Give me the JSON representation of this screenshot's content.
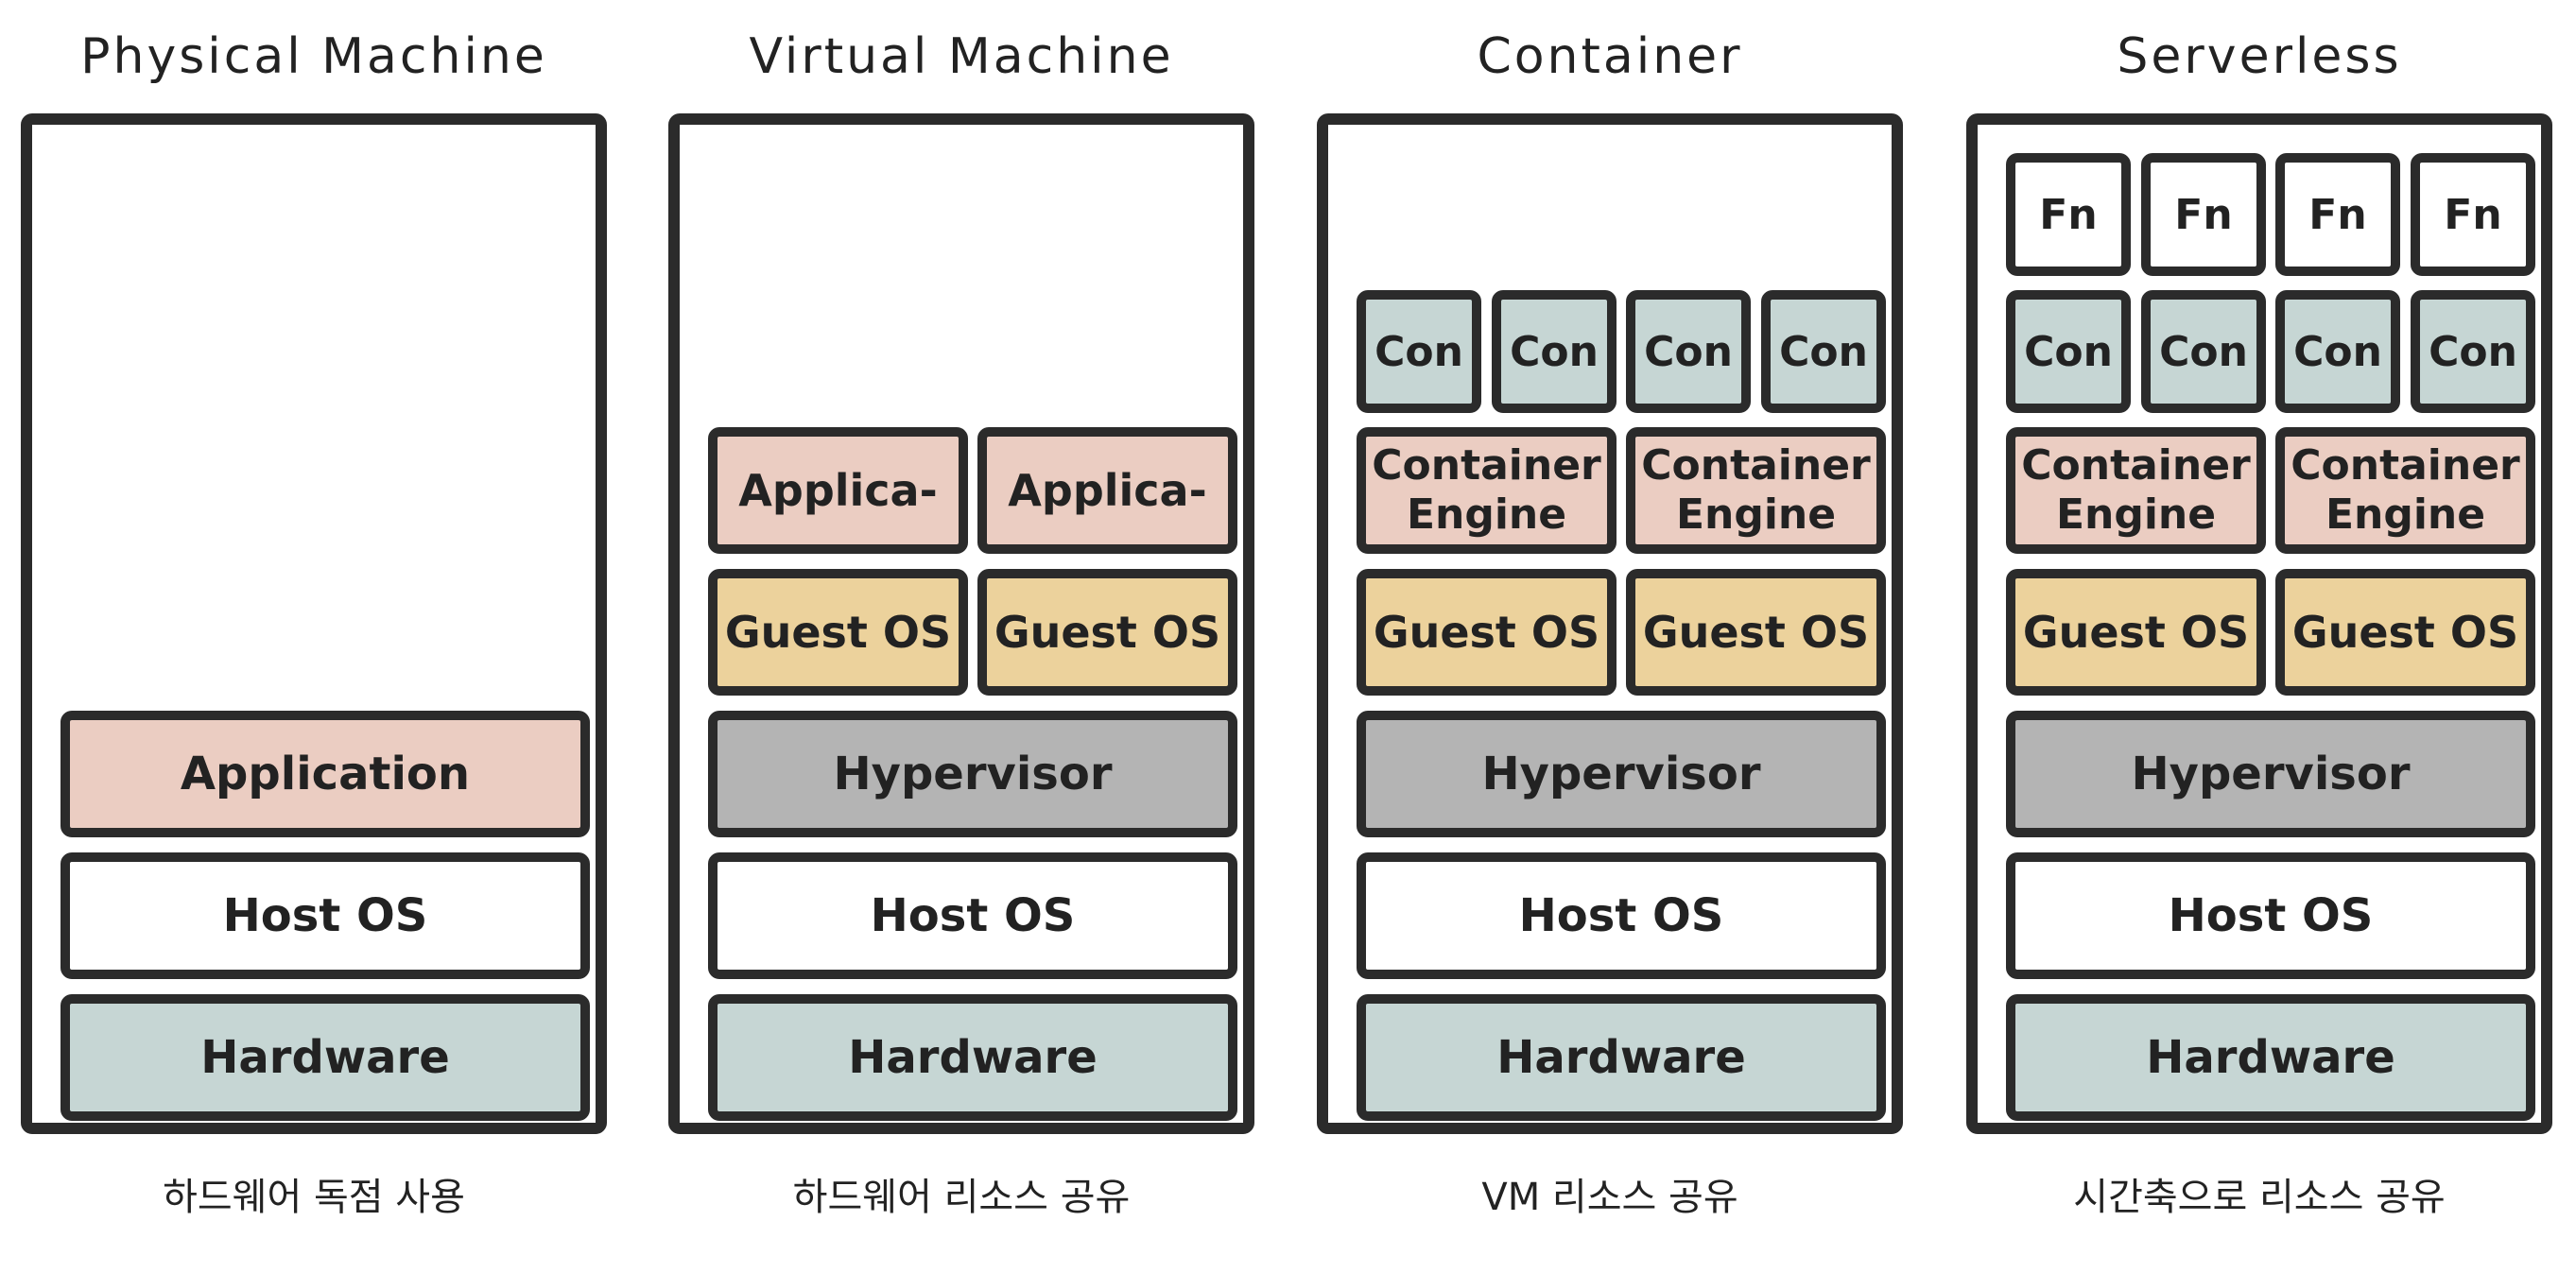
{
  "columns": {
    "physical": {
      "title": "Physical Machine",
      "caption": "하드웨어 독점 사용",
      "application": "Application",
      "host_os": "Host OS",
      "hardware": "Hardware"
    },
    "virtual": {
      "title": "Virtual Machine",
      "caption": "하드웨어 리소스 공유",
      "applications": [
        "Applica-",
        "Applica-"
      ],
      "guest_os": [
        "Guest OS",
        "Guest OS"
      ],
      "hypervisor": "Hypervisor",
      "host_os": "Host OS",
      "hardware": "Hardware"
    },
    "container": {
      "title": "Container",
      "caption": "VM 리소스 공유",
      "containers": [
        "Con",
        "Con",
        "Con",
        "Con"
      ],
      "engines": [
        "Container Engine",
        "Container Engine"
      ],
      "guest_os": [
        "Guest OS",
        "Guest OS"
      ],
      "hypervisor": "Hypervisor",
      "host_os": "Host OS",
      "hardware": "Hardware"
    },
    "serverless": {
      "title": "Serverless",
      "caption": "시간축으로 리소스 공유",
      "functions": [
        "Fn",
        "Fn",
        "Fn",
        "Fn"
      ],
      "containers": [
        "Con",
        "Con",
        "Con",
        "Con"
      ],
      "engines": [
        "Container Engine",
        "Container Engine"
      ],
      "guest_os": [
        "Guest OS",
        "Guest OS"
      ],
      "hypervisor": "Hypervisor",
      "host_os": "Host OS",
      "hardware": "Hardware"
    }
  },
  "colors": {
    "border": "#2b2b2b",
    "hardware": "#c6d6d4",
    "host_os": "#ffffff",
    "hypervisor": "#b4b4b4",
    "application": "#ebcdc2",
    "guest_os": "#ecd29c",
    "container": "#c6d6d4",
    "function": "#ffffff"
  }
}
